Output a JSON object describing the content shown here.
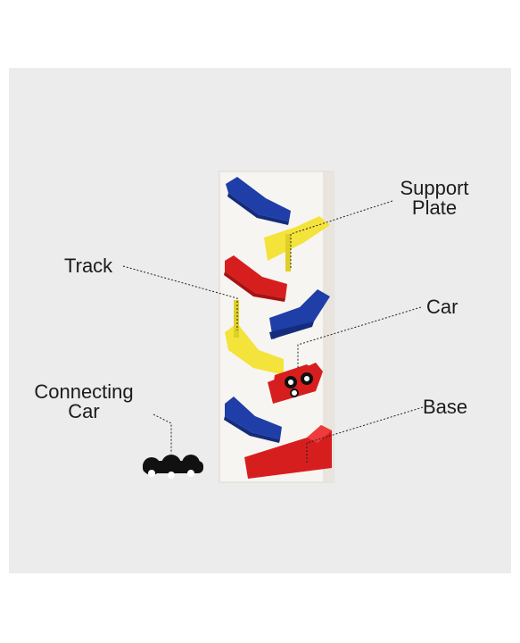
{
  "labels": {
    "support_plate": {
      "line1": "Support",
      "line2": "Plate"
    },
    "track": "Track",
    "car": "Car",
    "connecting_car": {
      "line1": "Connecting",
      "line2": "Car"
    },
    "base": "Base"
  },
  "colors": {
    "background": "#ececec",
    "support_plate": "#f7f5f1",
    "track_blue": "#1f3ea8",
    "track_red": "#d71e1e",
    "track_yellow": "#f3e33a",
    "connecting_car": "#111111",
    "wheel": "#ffffff"
  },
  "icons": {
    "car": "red-toy-car",
    "connecting_car": "black-toy-car-chain"
  }
}
